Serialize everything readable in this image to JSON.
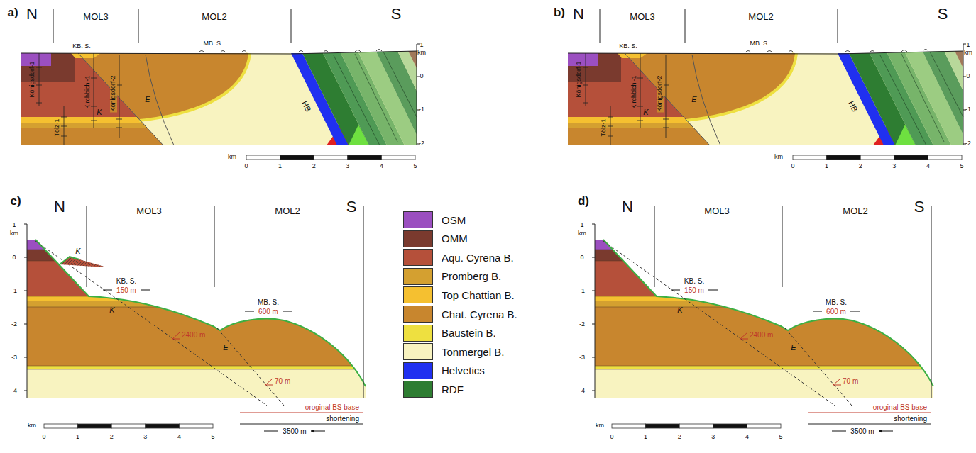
{
  "diagram": {
    "labels": [
      "a)",
      "N",
      "MOL3",
      "MOL2",
      "S",
      "KB. S.",
      "MB. S.",
      "1",
      "km",
      "0",
      "-1",
      "-2",
      "Königsdorf-1",
      "Kirchbichl-1",
      "Königsdorf-2",
      "Tölz-1",
      "K",
      "E",
      "HB",
      "km",
      "0",
      "1",
      "2",
      "3",
      "4",
      "5",
      "b)",
      "N",
      "MOL3",
      "MOL2",
      "S",
      "KB. S.",
      "MB. S.",
      "1",
      "km",
      "0",
      "-1",
      "-2",
      "Königsdorf-1",
      "Kirchbichl-1",
      "Königsdorf-2",
      "Tölz-1",
      "K",
      "E",
      "HB",
      "km",
      "0",
      "1",
      "2",
      "3",
      "4",
      "5",
      "c)",
      "N",
      "MOL3",
      "MOL2",
      "S",
      "1",
      "km",
      "0",
      "-1",
      "-2",
      "-3",
      "-4",
      "KB. S.",
      "150 m",
      "MB. S.",
      "600 m",
      "K",
      "E",
      "2400 m",
      "70 m",
      "oroginal BS base",
      "shortening",
      "3500 m",
      "km",
      "0",
      "1",
      "2",
      "3",
      "4",
      "5",
      "d)",
      "N",
      "MOL3",
      "MOL2",
      "S",
      "1",
      "km",
      "0",
      "-1",
      "-2",
      "-3",
      "-4",
      "KB. S.",
      "150 m",
      "MB. S.",
      "600 m",
      "K",
      "E",
      "2400 m",
      "70 m",
      "oroginal BS base",
      "shortening",
      "3500 m",
      "km",
      "0",
      "1",
      "2",
      "3",
      "4",
      "5",
      "K"
    ],
    "legend": [
      {
        "text": "OSM",
        "color": "#9b4fc0"
      },
      {
        "text": "OMM",
        "color": "#7a3a2e"
      },
      {
        "text": "Aqu. Cyrena B.",
        "color": "#b5503a"
      },
      {
        "text": "Promberg B.",
        "color": "#d4a030"
      },
      {
        "text": "Top Chattian B.",
        "color": "#f5c030"
      },
      {
        "text": "Chat. Cyrena B.",
        "color": "#c8862e"
      },
      {
        "text": "Baustein B.",
        "color": "#eee040"
      },
      {
        "text": "Tonmergel B.",
        "color": "#f8f3c0"
      },
      {
        "text": "Helvetics",
        "color": "#2030f0"
      },
      {
        "text": "RDF",
        "color": "#2e7d32"
      }
    ]
  }
}
